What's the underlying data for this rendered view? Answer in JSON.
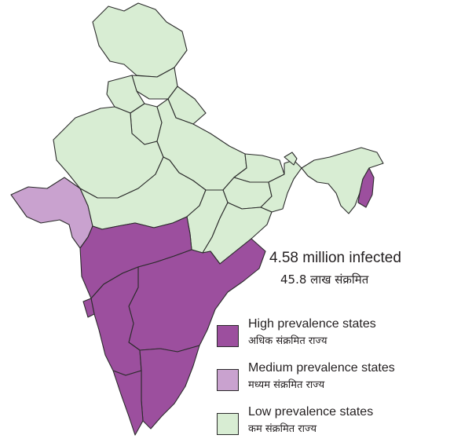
{
  "colors": {
    "high": "#9c4f9e",
    "medium": "#c9a2cf",
    "low": "#d8edd3",
    "border": "#2b2b2b"
  },
  "total": {
    "english": "4.58 million infected",
    "hindi": "45.8 लाख संक्रमित"
  },
  "legend": [
    {
      "key": "high",
      "english": "High prevalence states",
      "hindi": "अधिक संक्रमित राज्य"
    },
    {
      "key": "medium",
      "english": "Medium prevalence states",
      "hindi": "मध्यम संक्रमित राज्य"
    },
    {
      "key": "low",
      "english": "Low prevalence states",
      "hindi": "कम संक्रमित राज्य"
    }
  ],
  "regions": [
    {
      "id": "jammu-kashmir",
      "category": "low"
    },
    {
      "id": "himachal-pradesh",
      "category": "low"
    },
    {
      "id": "punjab",
      "category": "low"
    },
    {
      "id": "uttarakhand",
      "category": "low"
    },
    {
      "id": "haryana",
      "category": "low"
    },
    {
      "id": "rajasthan",
      "category": "low"
    },
    {
      "id": "uttar-pradesh",
      "category": "low"
    },
    {
      "id": "bihar",
      "category": "low"
    },
    {
      "id": "gujarat",
      "category": "medium"
    },
    {
      "id": "madhya-pradesh",
      "category": "low"
    },
    {
      "id": "jharkhand",
      "category": "low"
    },
    {
      "id": "west-bengal",
      "category": "low"
    },
    {
      "id": "chhattisgarh",
      "category": "low"
    },
    {
      "id": "orissa",
      "category": "low"
    },
    {
      "id": "maharashtra",
      "category": "high"
    },
    {
      "id": "andhra-pradesh",
      "category": "high"
    },
    {
      "id": "karnataka",
      "category": "high"
    },
    {
      "id": "goa",
      "category": "high"
    },
    {
      "id": "tamil-nadu",
      "category": "high"
    },
    {
      "id": "kerala",
      "category": "high"
    },
    {
      "id": "sikkim",
      "category": "low"
    },
    {
      "id": "northeast",
      "category": "low"
    },
    {
      "id": "manipur-nagaland",
      "category": "high"
    }
  ]
}
